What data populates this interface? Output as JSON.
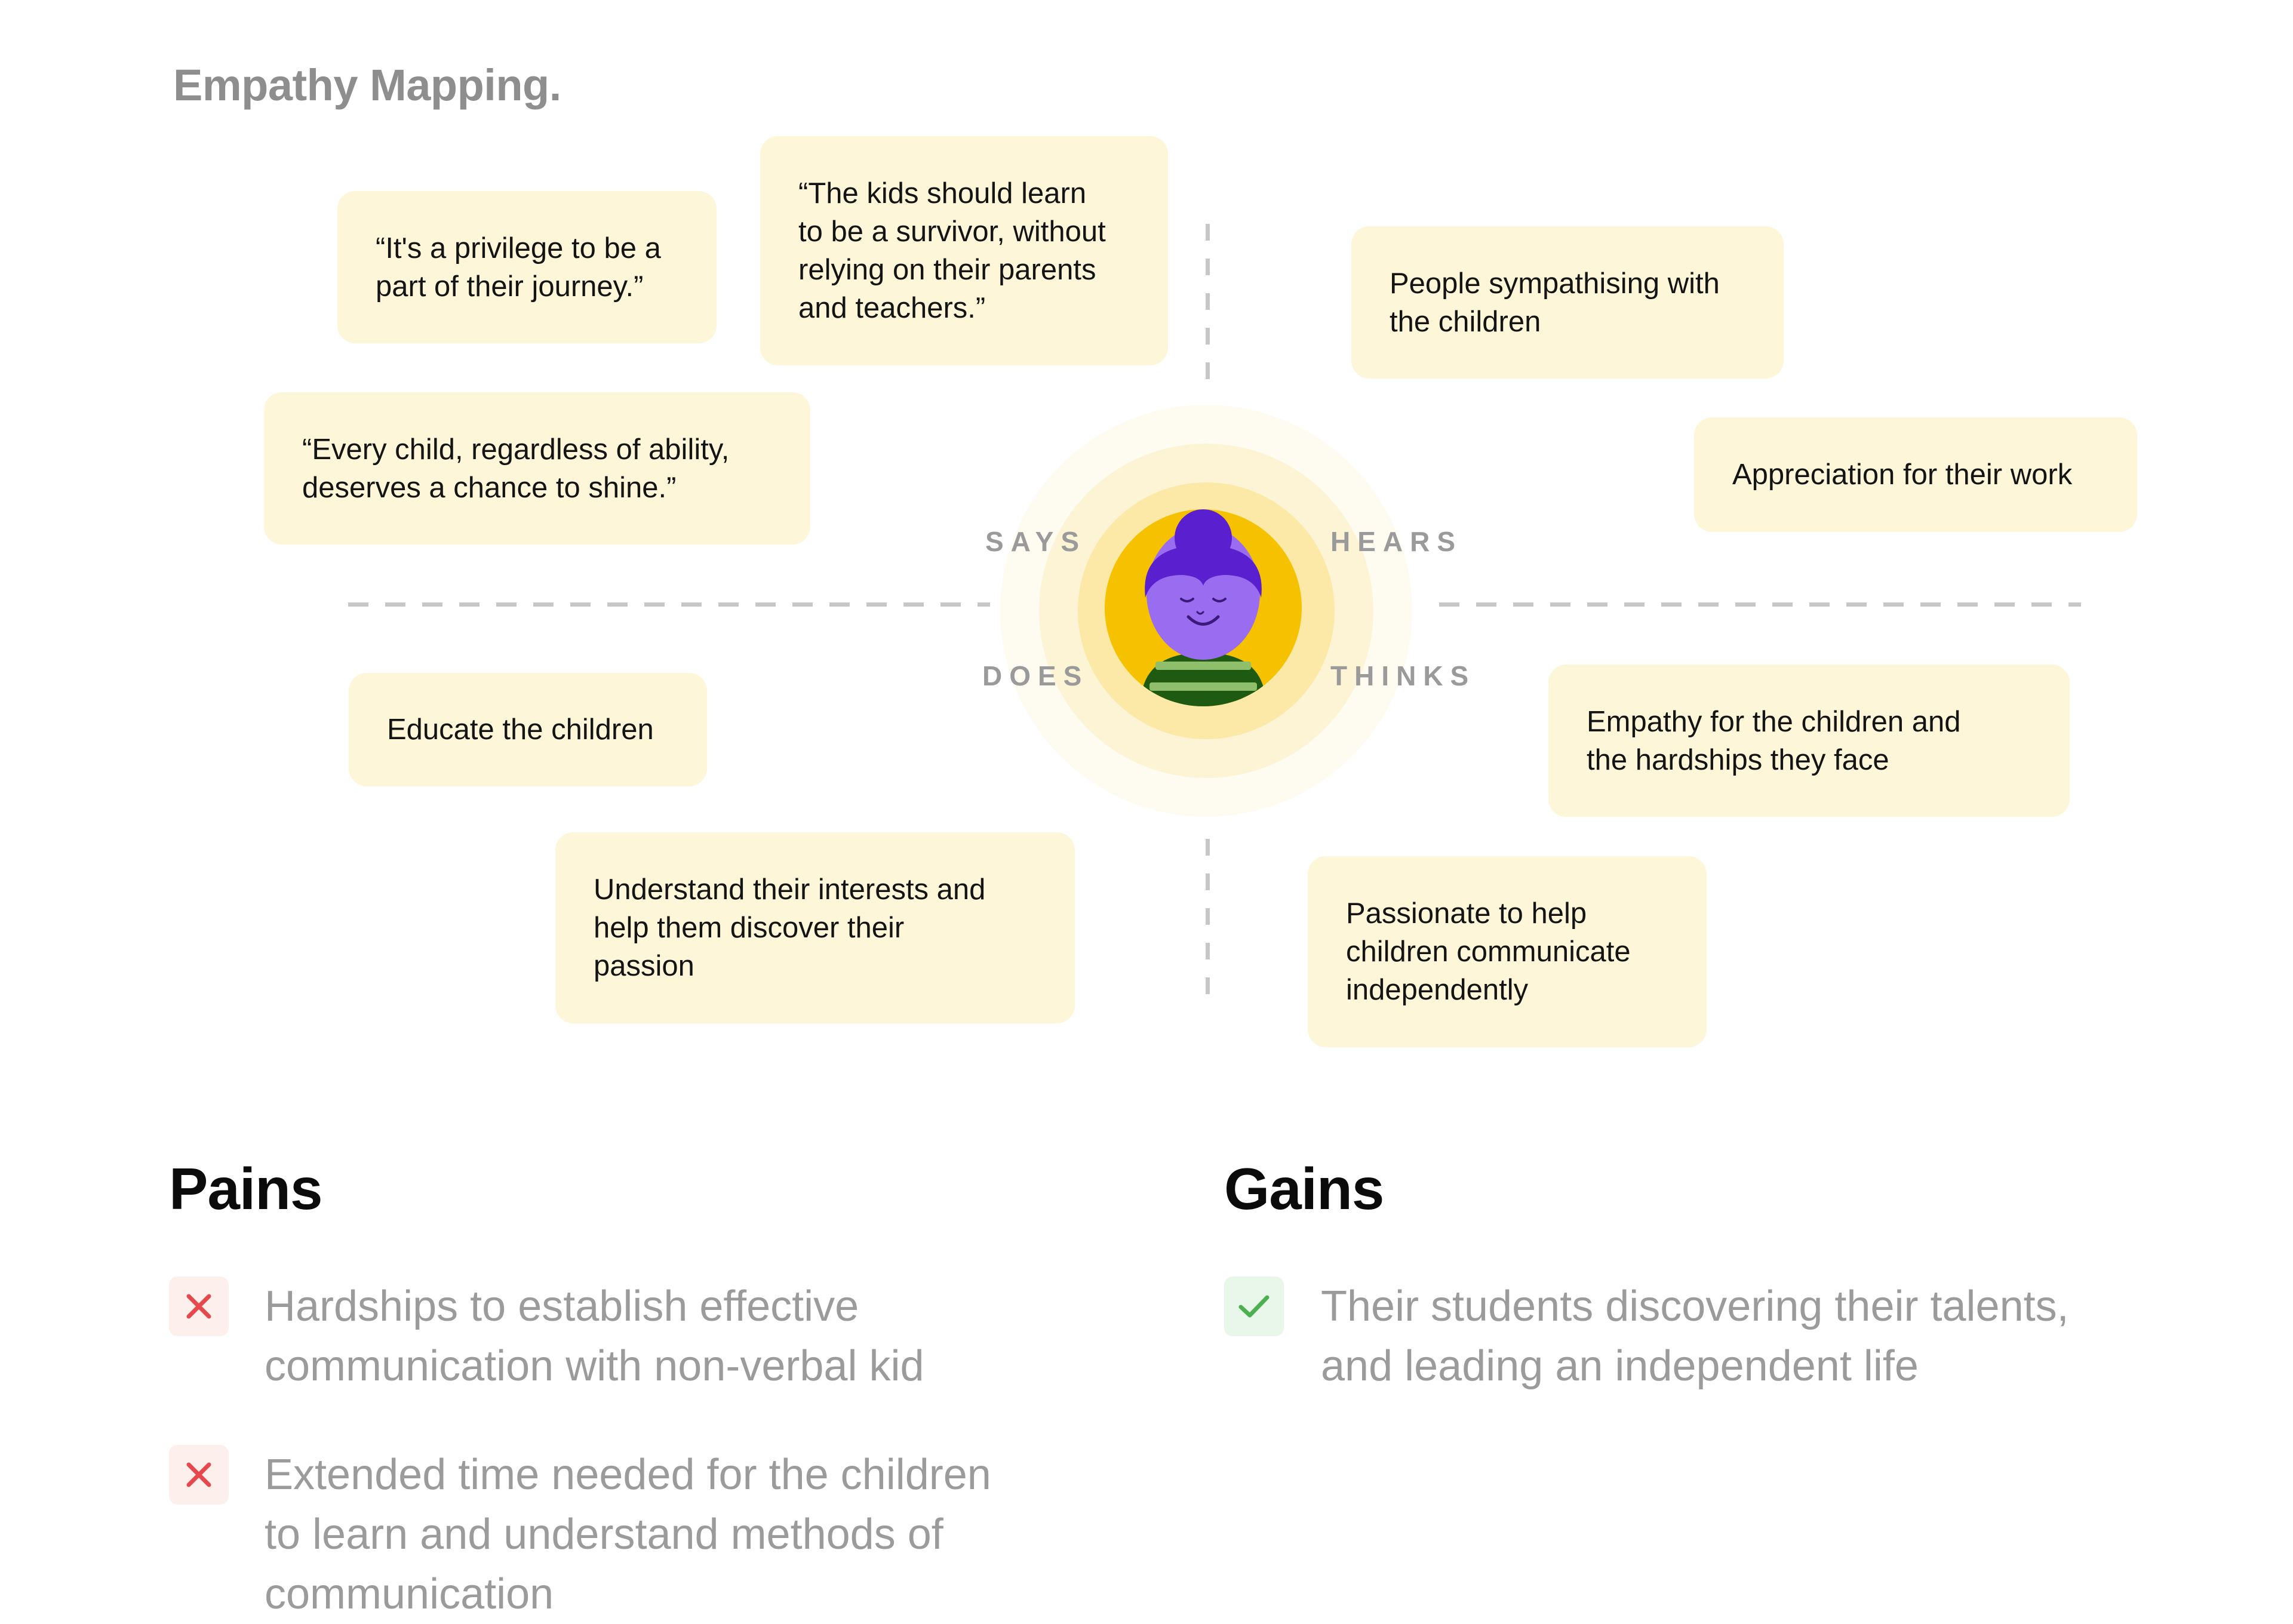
{
  "heading": "Empathy Mapping.",
  "quadrants": {
    "says": "SAYS",
    "hears": "HEARS",
    "does": "DOES",
    "thinks": "THINKS"
  },
  "notes": {
    "says_1": "“It's a privilege to be a\npart of their journey.”",
    "says_2": "“The kids should learn\nto be a survivor, without\nrelying on their parents\nand teachers.”",
    "says_3": "“Every child, regardless of ability,\ndeserves a chance to shine.”",
    "hears_1": "People sympathising with\nthe children",
    "hears_2": "Appreciation for their work",
    "does_1": "Educate the children",
    "does_2": "Understand their interests and\nhelp them discover their\npassion",
    "thinks_1": "Empathy for the children and\nthe hardships they face",
    "thinks_2": "Passionate to help\nchildren communicate\nindependently"
  },
  "pains": {
    "title": "Pains",
    "items": [
      "Hardships to establish effective\ncommunication with non-verbal kid",
      "Extended time needed for the children\nto learn and understand methods of\ncommunication"
    ]
  },
  "gains": {
    "title": "Gains",
    "items": [
      "Their students discovering their talents,\nand leading an independent life"
    ]
  },
  "colors": {
    "note_bg": "#fdf6d8",
    "pain_mark": "#e5484d",
    "gain_mark": "#4caf50",
    "avatar_hair": "#5a1fcf",
    "avatar_face": "#9a6cf0",
    "avatar_bg": "#f6c200"
  },
  "icons": {
    "pain": "cross-icon",
    "gain": "check-icon",
    "center": "person-avatar"
  }
}
